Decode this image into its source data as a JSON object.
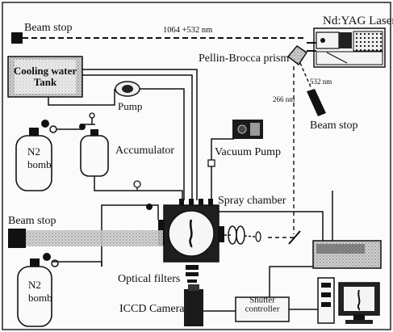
{
  "labels": {
    "beam_stop_top": "Beam stop",
    "beam_line": "1064 +532 nm",
    "laser": "Nd:YAG Laser",
    "prism": "Pellin-Brocca prism",
    "cooling": "Cooling water Tank",
    "pump": "Pump",
    "nm532": "532 nm",
    "nm266": "266 nm",
    "beam_stop_532": "Beam stop",
    "n2_top": "N2 bomb",
    "accumulator": "Accumulator",
    "vacuum_pump": "Vacuum Pump",
    "spray_chamber": "Spray chamber",
    "beam_stop_left": "Beam stop",
    "n2_bottom": "N2 bomb",
    "optical_filters": "Optical filters",
    "iccd": "ICCD Camera",
    "shutter": "Shutter controller"
  }
}
